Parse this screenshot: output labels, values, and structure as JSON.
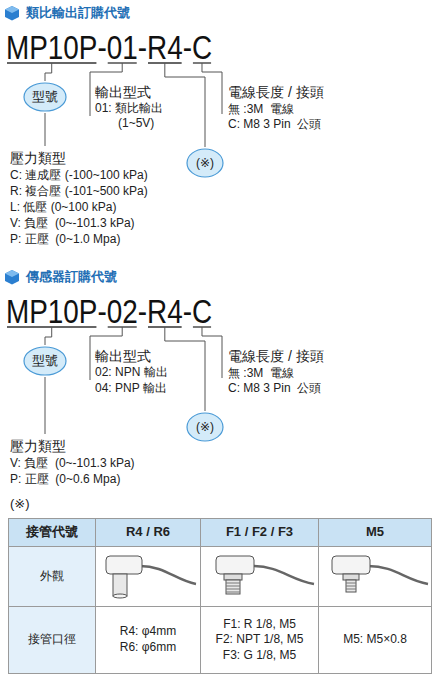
{
  "diagram": {
    "nodes": [
      {
        "text": [
          "型號"
        ]
      },
      {
        "text": [
          "(※)"
        ]
      },
      {
        "text": [
          "型號"
        ]
      },
      {
        "text": [
          "(※)"
        ]
      }
    ],
    "labels": [
      "類比輸出訂購代號",
      "MP10P-01-R4-C",
      "輸出型式",
      "01: 類比輸出",
      "(1~5V)",
      "電線長度 / 接頭",
      "無 :3M  電線",
      "C: M8 3 Pin  公頭",
      "壓力類型",
      "C: 連成壓 (-100~100 kPa)",
      "R: 複合壓 (-101~500 kPa)",
      "L: 低壓 (0~100 kPa)",
      "V: 負壓  (0~-101.3 kPa)",
      "P: 正壓  (0~1.0 Mpa)",
      "傳感器訂購代號",
      "MP10P-02-R4-C",
      "輸出型式",
      "02: NPN 輸出",
      "04: PNP 輸出",
      "電線長度 / 接頭",
      "無 :3M  電線",
      "C: M8 3 Pin  公頭",
      "壓力類型",
      "V: 負壓  (0~-101.3 kPa)",
      "P: 正壓  (0~0.6 Mpa)",
      "(※)",
      "接管代號",
      "R4 / R6",
      "F1 / F2 / F3",
      "M5",
      "外觀",
      "接管口徑",
      "R4: φ4mm",
      "R6: φ6mm",
      "F1: R 1/8, M5",
      "F2: NPT 1/8, M5",
      "F3: G 1/8, M5",
      "M5: M5×0.8"
    ]
  }
}
